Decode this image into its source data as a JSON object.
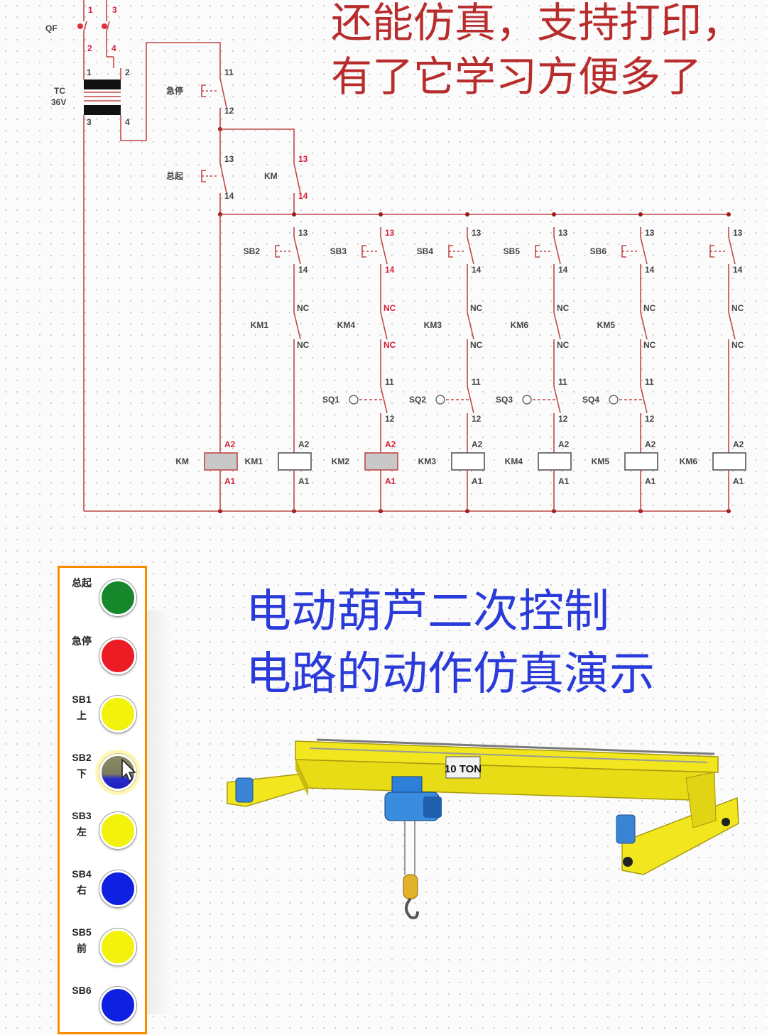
{
  "headline": {
    "line1": "还能仿真，支持打印，",
    "line2": "有了它学习方便多了"
  },
  "subtitle": {
    "line1": "电动葫芦二次控制",
    "line2": "电路的动作仿真演示"
  },
  "schematic": {
    "breaker": {
      "label": "QF",
      "terminals": [
        "1",
        "2",
        "3",
        "4"
      ]
    },
    "transformer": {
      "label": "TC",
      "voltage": "36V",
      "terminals": [
        "1",
        "2",
        "3",
        "4"
      ]
    },
    "estop": {
      "label": "急停",
      "terminals": [
        "11",
        "12"
      ]
    },
    "start": {
      "label": "总起",
      "terminals": [
        "13",
        "14"
      ]
    },
    "km_hold": {
      "label": "KM",
      "terminals": [
        "13",
        "14"
      ]
    },
    "branches": [
      {
        "button": "SB1",
        "interlock": "KM2",
        "limit": "",
        "coil": "KM",
        "active": true
      },
      {
        "button": "SB2",
        "interlock": "KM1",
        "limit": "",
        "coil": "KM1",
        "active": false
      },
      {
        "button": "SB3",
        "interlock": "KM4",
        "limit": "SQ1",
        "coil": "KM2",
        "active": true
      },
      {
        "button": "SB4",
        "interlock": "KM3",
        "limit": "SQ2",
        "coil": "KM3",
        "active": false
      },
      {
        "button": "SB5",
        "interlock": "KM6",
        "limit": "SQ3",
        "coil": "KM4",
        "active": false
      },
      {
        "button": "SB6",
        "interlock": "KM5",
        "limit": "SQ4",
        "coil": "KM5",
        "active": false
      },
      {
        "button": "",
        "interlock": "",
        "limit": "",
        "coil": "KM6",
        "active": false
      }
    ],
    "terms": {
      "t13": "13",
      "t14": "14",
      "nc": "NC",
      "t11": "11",
      "t12": "12",
      "a2": "A2",
      "a1": "A1"
    },
    "colors": {
      "wire": "#c04848",
      "active_text": "#d8203a",
      "text": "#444444",
      "coil_active": "#c8c8c8"
    }
  },
  "control_panel": {
    "buttons": [
      {
        "label": "总起",
        "dir": "",
        "color": "#16872a"
      },
      {
        "label": "急停",
        "dir": "",
        "color": "#ec1c24"
      },
      {
        "label": "SB1",
        "dir": "上",
        "color": "#f2f20c"
      },
      {
        "label": "SB2",
        "dir": "下",
        "color": "#f2f20c",
        "pressed": true
      },
      {
        "label": "SB3",
        "dir": "左",
        "color": "#f2f20c"
      },
      {
        "label": "SB4",
        "dir": "右",
        "color": "#1020e0"
      },
      {
        "label": "SB5",
        "dir": "前",
        "color": "#f2f20c"
      },
      {
        "label": "SB6",
        "dir": "",
        "color": "#1020e0"
      }
    ]
  },
  "crane": {
    "capacity": "10 TON",
    "beam_color": "#f2e61e",
    "hoist_color": "#2d7fd8"
  }
}
